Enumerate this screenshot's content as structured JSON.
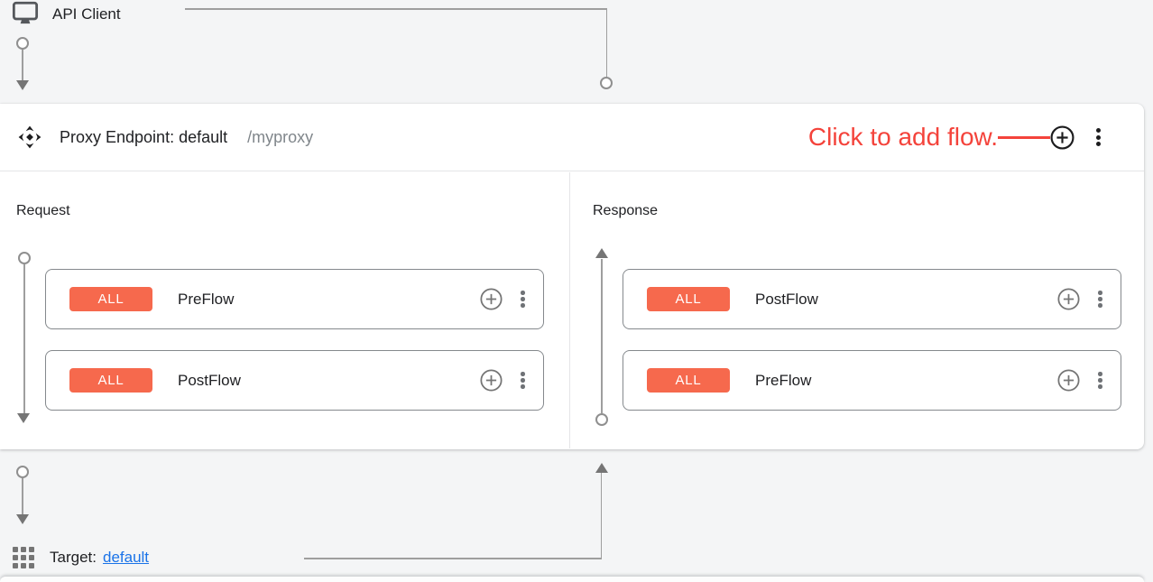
{
  "colors": {
    "badge_orange": "#f6694d",
    "annotation_red": "#f4433b",
    "link_blue": "#1a73e8",
    "connector_gray": "#9e9e9e"
  },
  "api_client": {
    "label": "API Client"
  },
  "proxy_endpoint": {
    "title": "Proxy Endpoint: default",
    "path": "/myproxy",
    "annotation": "Click to add flow.",
    "request": {
      "label": "Request",
      "flows": [
        {
          "condition": "ALL",
          "name": "PreFlow"
        },
        {
          "condition": "ALL",
          "name": "PostFlow"
        }
      ]
    },
    "response": {
      "label": "Response",
      "flows": [
        {
          "condition": "ALL",
          "name": "PostFlow"
        },
        {
          "condition": "ALL",
          "name": "PreFlow"
        }
      ]
    }
  },
  "target": {
    "label": "Target:",
    "link": "default"
  }
}
